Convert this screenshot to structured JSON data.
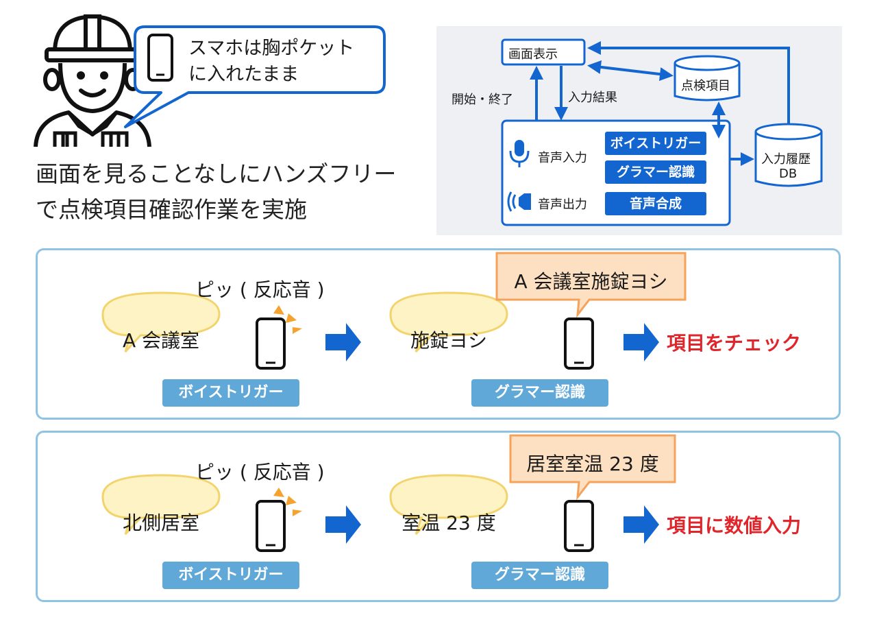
{
  "intro": {
    "speech": "スマホは胸ポケット\nに入れたまま",
    "caption_line1": "画面を見ることなしにハンズフリー",
    "caption_line2": "で点検項目確認作業を実施"
  },
  "flow": {
    "screen": "画面表示",
    "start_end": "開始・終了",
    "input_result": "入力結果",
    "inspection_items": "点検項目",
    "voice_input": "音声入力",
    "voice_output": "音声出力",
    "voice_trigger": "ボイストリガー",
    "grammar": "グラマー認識",
    "tts": "音声合成",
    "history_db_line1": "入力履歴",
    "history_db_line2": "DB"
  },
  "examples": [
    {
      "beep": "ピッ ( 反応音 )",
      "trigger_word": "A 会議室",
      "trigger_tag": "ボイストリガー",
      "callout": "A 会議室施錠ヨシ",
      "utterance": "施錠ヨシ",
      "grammar_tag": "グラマー認識",
      "result": "項目をチェック"
    },
    {
      "beep": "ピッ ( 反応音 )",
      "trigger_word": "北側居室",
      "trigger_tag": "ボイストリガー",
      "callout": "居室室温 23 度",
      "utterance": "室温 23 度",
      "grammar_tag": "グラマー認識",
      "result": "項目に数値入力"
    }
  ],
  "colors": {
    "blue": "#1366d0",
    "tag_blue": "#5fa8d8",
    "panel_border": "#8fc3e3",
    "oval_fill": "#fdf3c4",
    "oval_stroke": "#f3d36b",
    "callout_fill": "#fde0c2",
    "callout_stroke": "#f5a25b",
    "result_red": "#e0262b",
    "flow_bg": "#eef0f3"
  }
}
